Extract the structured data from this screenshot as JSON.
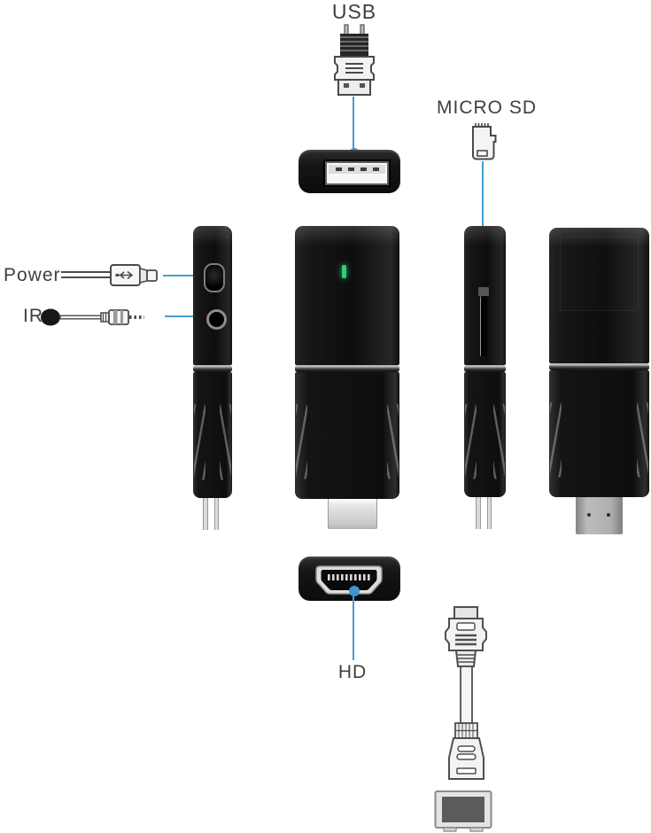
{
  "labels": {
    "usb": "USB",
    "micro_sd": "MICRO SD",
    "power": "Power",
    "ir": "IR",
    "hd": "HD"
  },
  "colors": {
    "accent_blue": "#459dd0",
    "led_green": "#2fd175",
    "device_black": "#111111",
    "label_text": "#3f3f3f",
    "line_art_stroke": "#4a4a4a"
  },
  "device": {
    "type": "hdmi-tv-streaming-stick",
    "views": [
      "left-side",
      "front",
      "right-side",
      "back",
      "top",
      "bottom"
    ],
    "ports": [
      "usb",
      "micro-sd",
      "micro-usb-power",
      "ir-3.5mm-jack",
      "hdmi"
    ],
    "indicator": "green-led"
  },
  "accessories": [
    "usb-plug",
    "micro-sd-card",
    "power-cable",
    "ir-receiver-cable",
    "hdmi-extension-cable",
    "tv"
  ]
}
